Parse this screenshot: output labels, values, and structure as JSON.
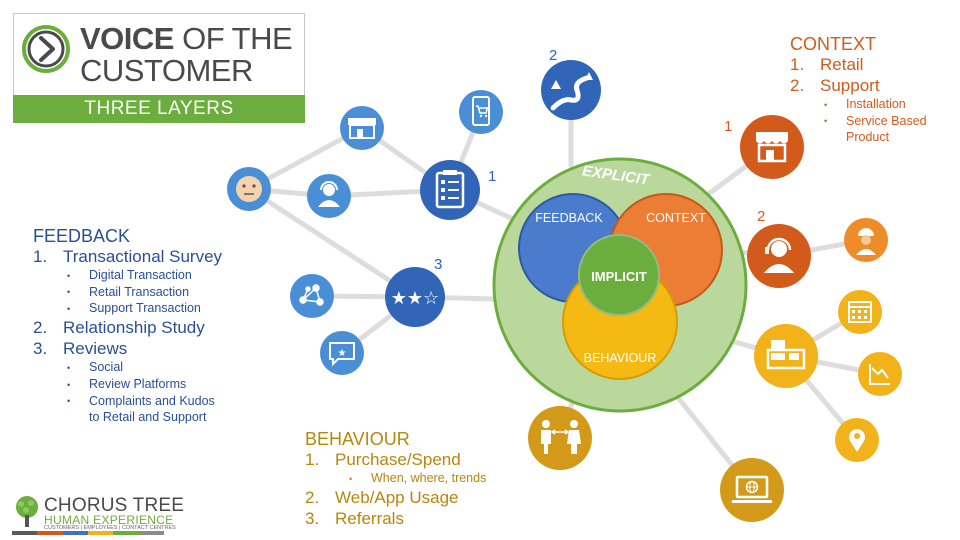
{
  "title": {
    "line1_bold": "VOICE",
    "line1_rest": " OF THE",
    "line2": "CUSTOMER",
    "band": "THREE LAYERS"
  },
  "circles": {
    "explicit": "EXPLICIT",
    "feedback": "FEEDBACK",
    "context": "CONTEXT",
    "implicit": "IMPLICIT",
    "behaviour": "BEHAVIOUR"
  },
  "node_labels": {
    "survey": "1",
    "journey": "2",
    "rating": "3",
    "store": "1",
    "headset": "2"
  },
  "rating_stars": "★★☆",
  "feedback_panel": {
    "heading": "FEEDBACK",
    "items": [
      {
        "num": "1.",
        "label": "Transactional Survey",
        "sub": [
          "Digital Transaction",
          "Retail Transaction",
          "Support Transaction"
        ]
      },
      {
        "num": "2.",
        "label": "Relationship Study",
        "sub": []
      },
      {
        "num": "3.",
        "label": "Reviews",
        "sub": [
          "Social",
          "Review Platforms",
          "Complaints and Kudos to Retail and Support"
        ]
      }
    ]
  },
  "context_panel": {
    "heading": "CONTEXT",
    "items": [
      {
        "num": "1.",
        "label": "Retail",
        "sub": []
      },
      {
        "num": "2.",
        "label": "Support",
        "sub": [
          "Installation",
          "Service Based Product"
        ]
      }
    ]
  },
  "behaviour_panel": {
    "heading": "BEHAVIOUR",
    "items": [
      {
        "num": "1.",
        "label": "Purchase/Spend",
        "sub": [
          "When, where, trends"
        ]
      },
      {
        "num": "2.",
        "label": "Web/App Usage",
        "sub": []
      },
      {
        "num": "3.",
        "label": "Referrals",
        "sub": []
      }
    ]
  },
  "brand": {
    "name": "CHORUS TREE",
    "sub": "HUMAN EXPERIENCE",
    "tagline": "CUSTOMERS | EMPLOYEES | CONTACT CENTRES"
  },
  "colors": {
    "blue": "#3f72c4",
    "dark_blue": "#2a4f97",
    "orange": "#d25b1b",
    "light_orange": "#ee8c2a",
    "gold": "#f2b31a",
    "green": "#6cae3e",
    "light_green": "#bad89b"
  },
  "icons": [
    "chevron-right-icon",
    "store-icon",
    "mobile-cart-icon",
    "winding-road-icon",
    "face-icon",
    "support-agent-icon",
    "survey-checklist-icon",
    "network-icon",
    "chat-star-icon",
    "technician-icon",
    "calendar-icon",
    "cash-register-icon",
    "chart-icon",
    "location-pin-icon",
    "people-exchange-icon",
    "laptop-globe-icon"
  ]
}
